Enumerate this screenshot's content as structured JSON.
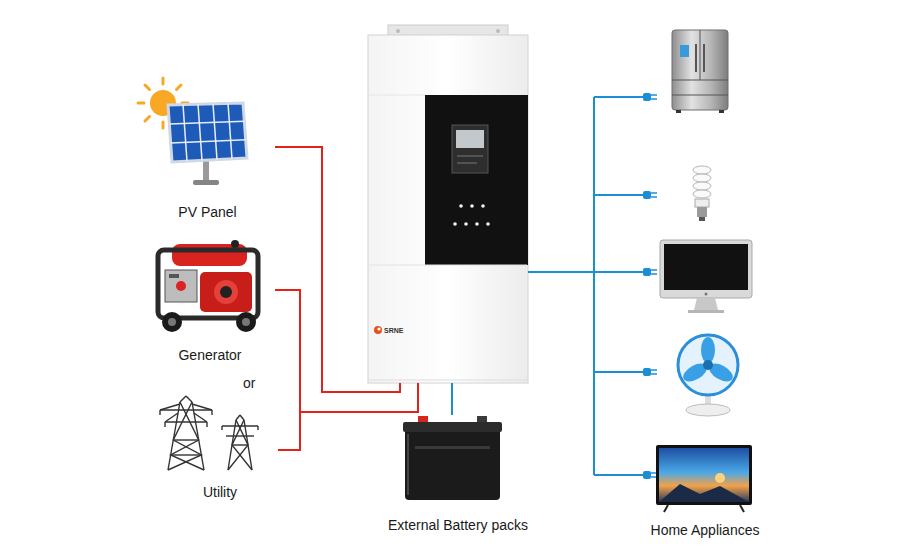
{
  "diagram": {
    "nodes": [
      {
        "text": [
          "PV Panel"
        ]
      },
      {
        "text": [
          "Generator"
        ]
      },
      {
        "text": [
          "Utility"
        ]
      },
      {
        "text": [
          "SRNE"
        ]
      },
      {
        "text": [
          "External Battery packs"
        ]
      },
      {
        "text": [
          "Home Appliances"
        ]
      }
    ],
    "edges": [
      {
        "from": 0,
        "to": 3,
        "arrow": "none"
      },
      {
        "from": 1,
        "to": 3,
        "arrow": "none"
      },
      {
        "from": 2,
        "to": 3,
        "arrow": "none"
      },
      {
        "from": 3,
        "to": 4,
        "arrow": "none"
      },
      {
        "from": 3,
        "to": 5,
        "arrow": "none"
      }
    ],
    "labels": [
      "or"
    ]
  }
}
